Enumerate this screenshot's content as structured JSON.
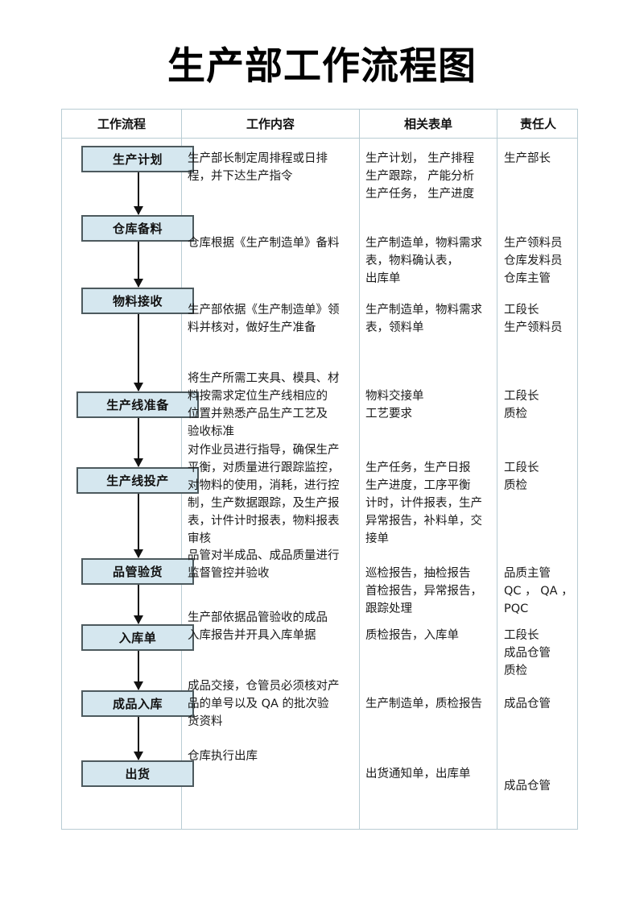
{
  "title": "生产部工作流程图",
  "table": {
    "headers": [
      "工作流程",
      "工作内容",
      "相关表单",
      "责任人"
    ],
    "rows": [
      {
        "step": "生产计划",
        "content": "生产部长制定周排程或日排\n程，并下达生产指令",
        "forms": "生产计划，  生产排程\n生产跟踪，  产能分析\n生产任务，  生产进度",
        "owner": "生产部长"
      },
      {
        "step": "仓库备料",
        "content": "仓库根据《生产制造单》备料",
        "forms": "生产制造单，物料需求\n表，物料确认表，\n出库单",
        "owner": "生产领料员\n仓库发料员\n仓库主管"
      },
      {
        "step": "物料接收",
        "content": "生产部依据《生产制造单》领\n料并核对，做好生产准备",
        "forms": "生产制造单，物料需求\n表，领料单",
        "owner": "工段长\n生产领料员"
      },
      {
        "step": "生产线准备",
        "content": "将生产所需工夹具、模具、材\n料按需求定位生产线相应的\n位置并熟悉产品生产工艺及\n验收标准",
        "forms": "物料交接单\n工艺要求",
        "owner": "工段长\n质检"
      },
      {
        "step": "生产线投产",
        "content": "对作业员进行指导，确保生产\n平衡，对质量进行跟踪监控，\n对物料的使用，消耗，进行控\n制，生产数据跟踪，及生产报\n表，计件计时报表，物料报表\n审核",
        "forms": "生产任务，生产日报\n生产进度，工序平衡\n计时，计件报表，生产\n异常报告，补料单，交\n接单",
        "owner": "工段长\n质检"
      },
      {
        "step": "品管验货",
        "content": "品管对半成品、成品质量进行\n监督管控并验收",
        "forms": "巡检报告，抽检报告\n首检报告，异常报告，\n跟踪处理",
        "owner": "品质主管\nQC ，  QA ，\nPQC"
      },
      {
        "step": "入库单",
        "content": "生产部依据品管验收的成品\n入库报告并开具入库单据",
        "forms": "质检报告，入库单",
        "owner": "工段长\n成品仓管\n质检"
      },
      {
        "step": "成品入库",
        "content": "成品交接，仓管员必须核对产\n品的单号以及 QA 的批次验\n货资料",
        "forms": "生产制造单，质检报告",
        "owner": "成品仓管"
      },
      {
        "step": "出货",
        "content": "仓库执行出库",
        "forms": "出货通知单，出库单",
        "owner": "成品仓管"
      }
    ]
  },
  "flow_steps": [
    "生产计划",
    "仓库备料",
    "物料接收",
    "生产线准备",
    "生产线投产",
    "品管验货",
    "入库单",
    "成品入库",
    "出货"
  ],
  "colors": {
    "box_fill": "#d5e7ef",
    "box_border": "#4d5a5e",
    "table_border": "#b9cdd4",
    "text": "#111111"
  }
}
